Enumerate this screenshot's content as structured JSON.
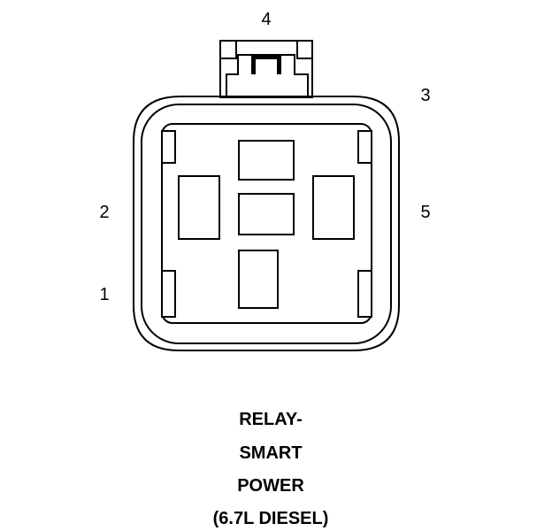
{
  "pin_labels": {
    "pin_1": "1",
    "pin_2": "2",
    "pin_3": "3",
    "pin_4": "4",
    "pin_5": "5"
  },
  "caption": {
    "line_1": "RELAY-",
    "line_2": "SMART",
    "line_3": "POWER",
    "line_4": "(6.7L DIESEL)"
  },
  "colors": {
    "stroke": "#000000",
    "background": "#ffffff"
  }
}
